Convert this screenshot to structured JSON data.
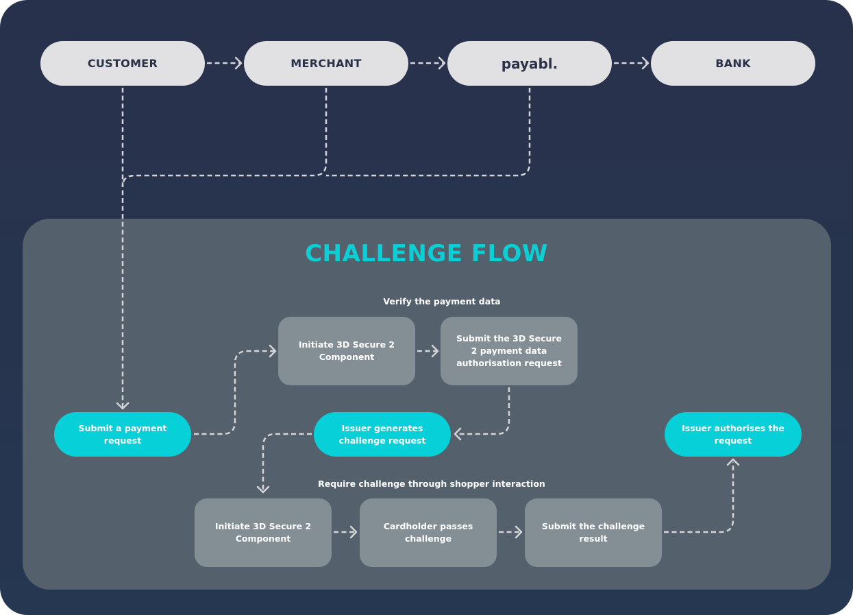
{
  "actors": [
    {
      "id": "customer",
      "label": "CUSTOMER"
    },
    {
      "id": "merchant",
      "label": "MERCHANT"
    },
    {
      "id": "payabl",
      "label": "payabl."
    },
    {
      "id": "bank",
      "label": "BANK"
    }
  ],
  "panel": {
    "title": "CHALLENGE FLOW",
    "sections": {
      "verify": "Verify the payment data",
      "challenge": "Require challenge through shopper interaction"
    },
    "nodes": {
      "submit_payment": "Submit a payment request",
      "initiate_3ds_1": "Initiate 3D Secure 2 Component",
      "submit_3ds_auth": "Submit the 3D Secure 2 payment data authorisation request",
      "issuer_generates": "Issuer generates challenge request",
      "issuer_authorises": "Issuer authorises the request",
      "initiate_3ds_2": "Initiate 3D Secure 2 Component",
      "cardholder_passes": "Cardholder passes challenge",
      "submit_result": "Submit the challenge result"
    }
  },
  "colors": {
    "background": "#28314b",
    "panel": "#55606d",
    "actor_fill": "#e1e1e3",
    "actor_text": "#2b3248",
    "accent": "#07d0d8",
    "title": "#0ccfd6",
    "step_fill": "#838f94",
    "connector": "#d5d5d8"
  },
  "connections": [
    [
      "customer",
      "merchant"
    ],
    [
      "merchant",
      "payabl"
    ],
    [
      "payabl",
      "bank"
    ],
    [
      "customer",
      "submit_payment"
    ],
    [
      "merchant",
      "submit_payment"
    ],
    [
      "payabl",
      "submit_payment"
    ],
    [
      "submit_payment",
      "initiate_3ds_1"
    ],
    [
      "initiate_3ds_1",
      "submit_3ds_auth"
    ],
    [
      "submit_3ds_auth",
      "issuer_generates"
    ],
    [
      "issuer_generates",
      "initiate_3ds_2"
    ],
    [
      "initiate_3ds_2",
      "cardholder_passes"
    ],
    [
      "cardholder_passes",
      "submit_result"
    ],
    [
      "submit_result",
      "issuer_authorises"
    ]
  ]
}
